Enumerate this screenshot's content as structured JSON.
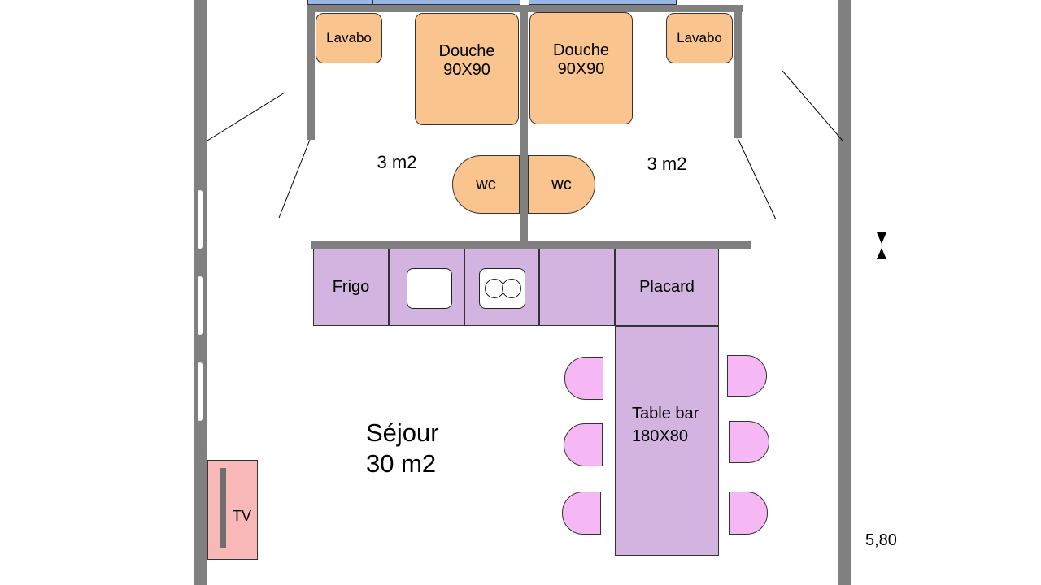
{
  "colors": {
    "wall": "#808080",
    "bathroom_fixtures": "#f9c48d",
    "kitchen_units": "#d3b3e0",
    "chairs": "#f6b8f4",
    "tv_unit": "#f9b8b8",
    "top_fixtures": "#98b6e6"
  },
  "bathroom_left": {
    "lavabo": "Lavabo",
    "douche": "Douche\n90X90",
    "wc": "wc",
    "area": "3 m2"
  },
  "bathroom_right": {
    "lavabo": "Lavabo",
    "douche": "Douche\n90X90",
    "wc": "wc",
    "area": "3 m2"
  },
  "kitchen": {
    "frigo": "Frigo",
    "sink_icon": "sink-icon",
    "hob_icon": "hob-icon",
    "placard": "Placard"
  },
  "table_bar": "Table bar\n180X80",
  "sejour": {
    "name": "Séjour",
    "area": "30 m2"
  },
  "tv": "TV",
  "dimension": "5,80"
}
